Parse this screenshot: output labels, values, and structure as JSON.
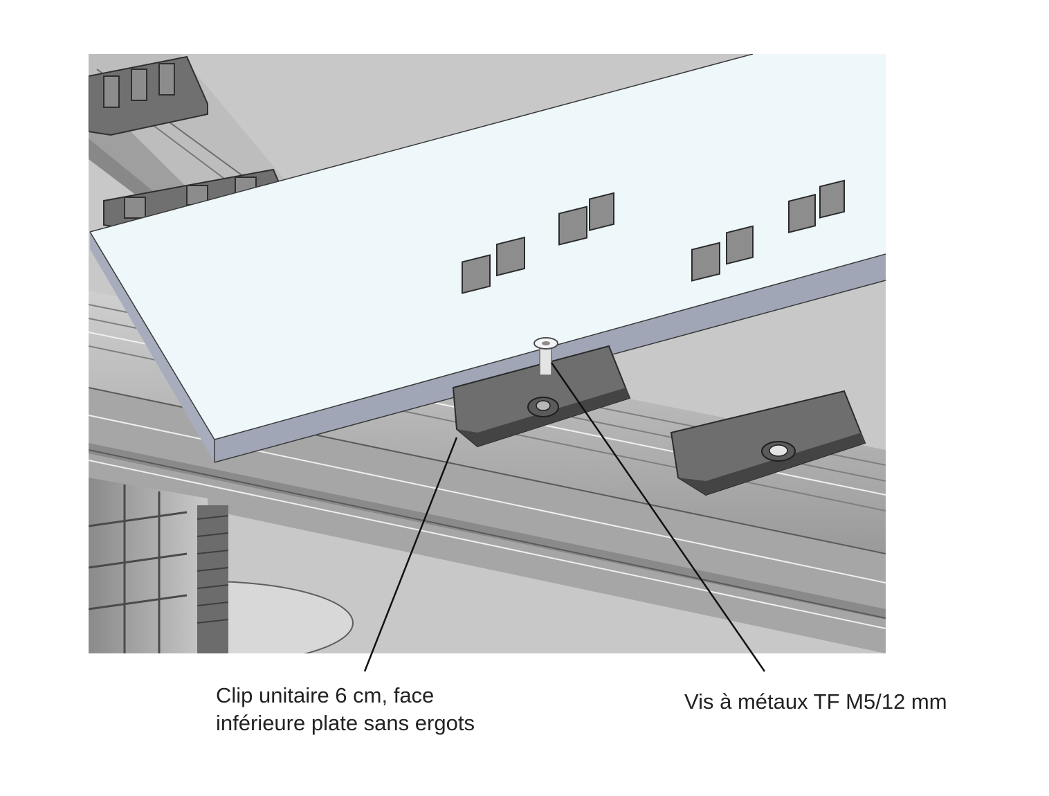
{
  "callouts": {
    "clip": {
      "line1": "Clip unitaire 6 cm, face",
      "line2": "inférieure plate sans ergots"
    },
    "screw": {
      "text": "Vis à métaux TF M5/12 mm"
    }
  },
  "colors": {
    "board_top": "#eef7fa",
    "board_edge": "#a7adbc",
    "rail_light": "#d4d4d4",
    "rail_mid": "#b3b3b3",
    "rail_dark": "#7d7d7d",
    "clip_body": "#6e6e6e",
    "clip_dark": "#3a3a3a",
    "leader_line": "#111111"
  }
}
